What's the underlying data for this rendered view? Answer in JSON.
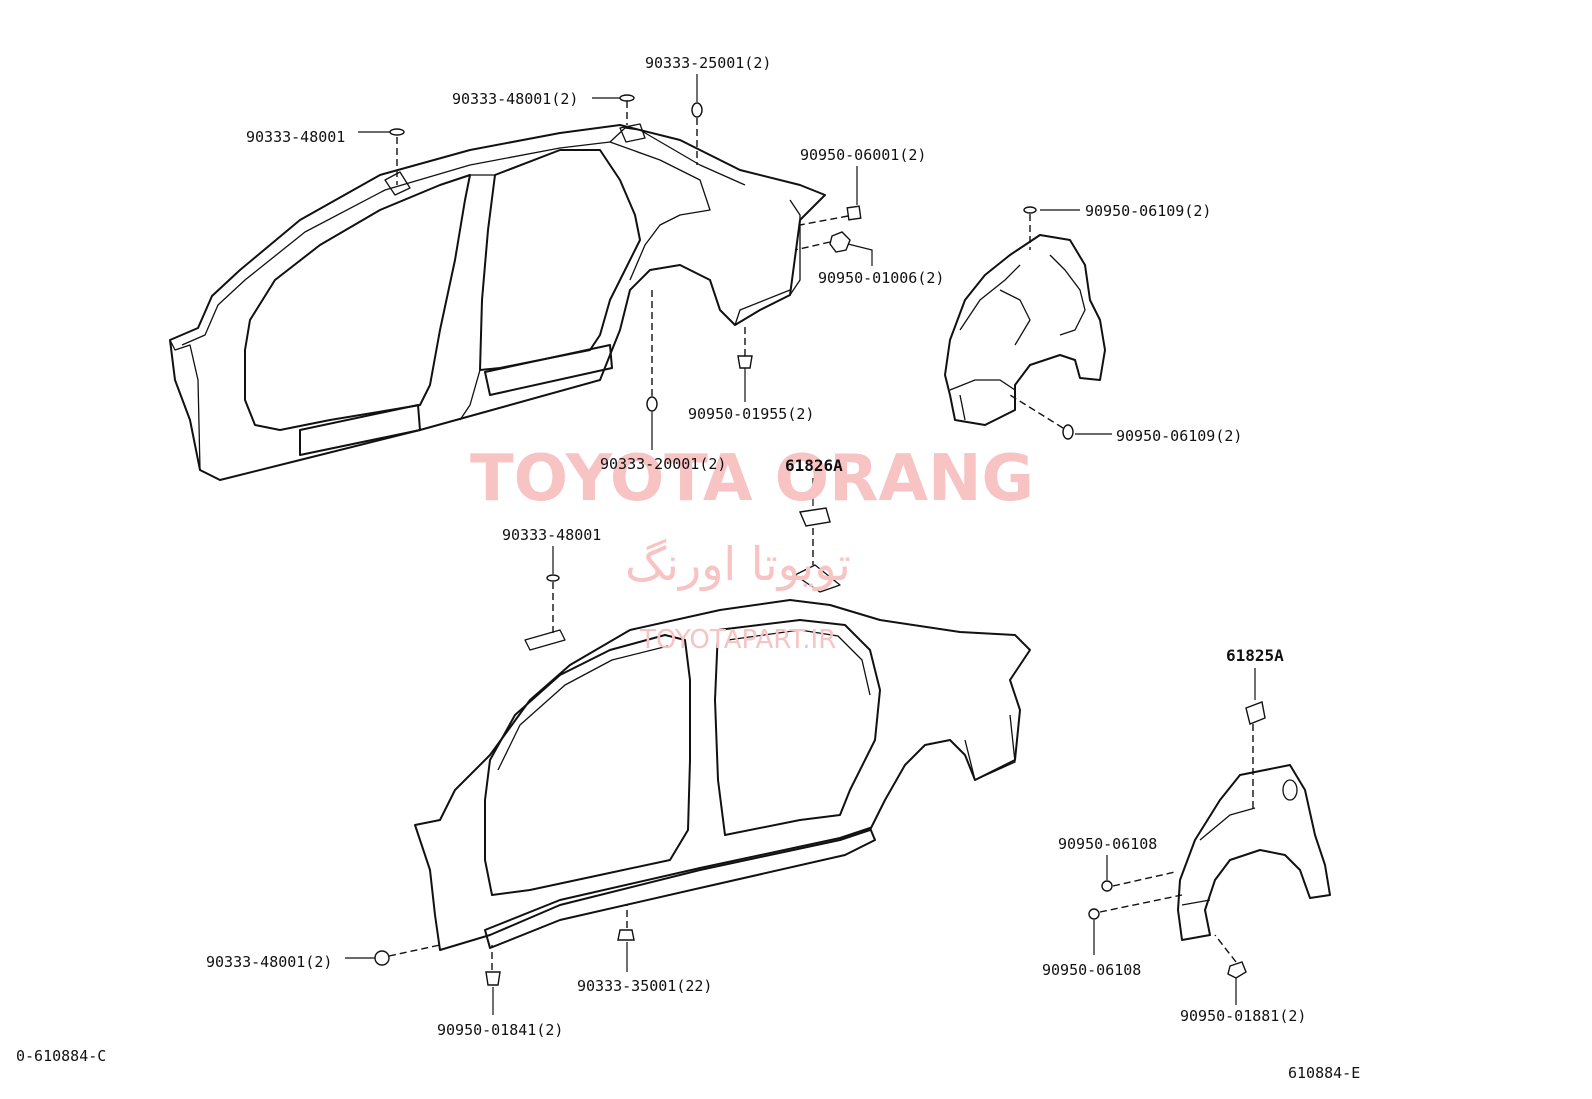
{
  "watermark": {
    "title": "TOYOTA ORANG",
    "persian": "تویوتا اورنگ",
    "site": "TOYOTAPART.IR"
  },
  "labels": {
    "top_25001": "90333-25001(2)",
    "top_48001_2": "90333-48001(2)",
    "top_48001": "90333-48001",
    "p06001": "90950-06001(2)",
    "p06109_top": "90950-06109(2)",
    "p01006": "90950-01006(2)",
    "p01955": "90950-01955(2)",
    "p06109_bot": "90950-06109(2)",
    "p20001": "90333-20001(2)",
    "p61826a": "61826A",
    "mid_48001": "90333-48001",
    "p61825a": "61825A",
    "p06108_a": "90950-06108",
    "p06108_b": "90950-06108",
    "bl_48001_2": "90333-48001(2)",
    "p35001": "90333-35001(22)",
    "p01881": "90950-01881(2)",
    "p01841": "90950-01841(2)",
    "code_left": "0-610884-C",
    "code_right": "610884-E"
  }
}
